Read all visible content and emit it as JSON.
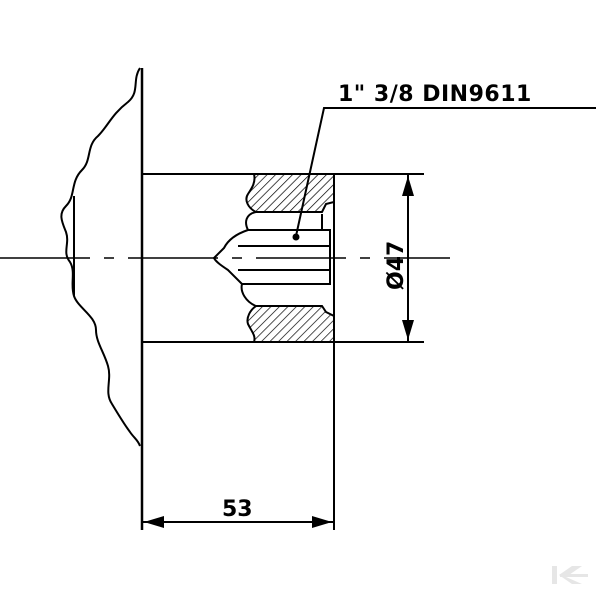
{
  "drawing": {
    "spec_label": "1\" 3/8 DIN9611",
    "length_dimension": "53",
    "diameter_dimension": "Ø47",
    "watermark_icon": "k-logo-icon"
  },
  "colors": {
    "line": "#000000",
    "watermark": "#e6e6e6"
  }
}
